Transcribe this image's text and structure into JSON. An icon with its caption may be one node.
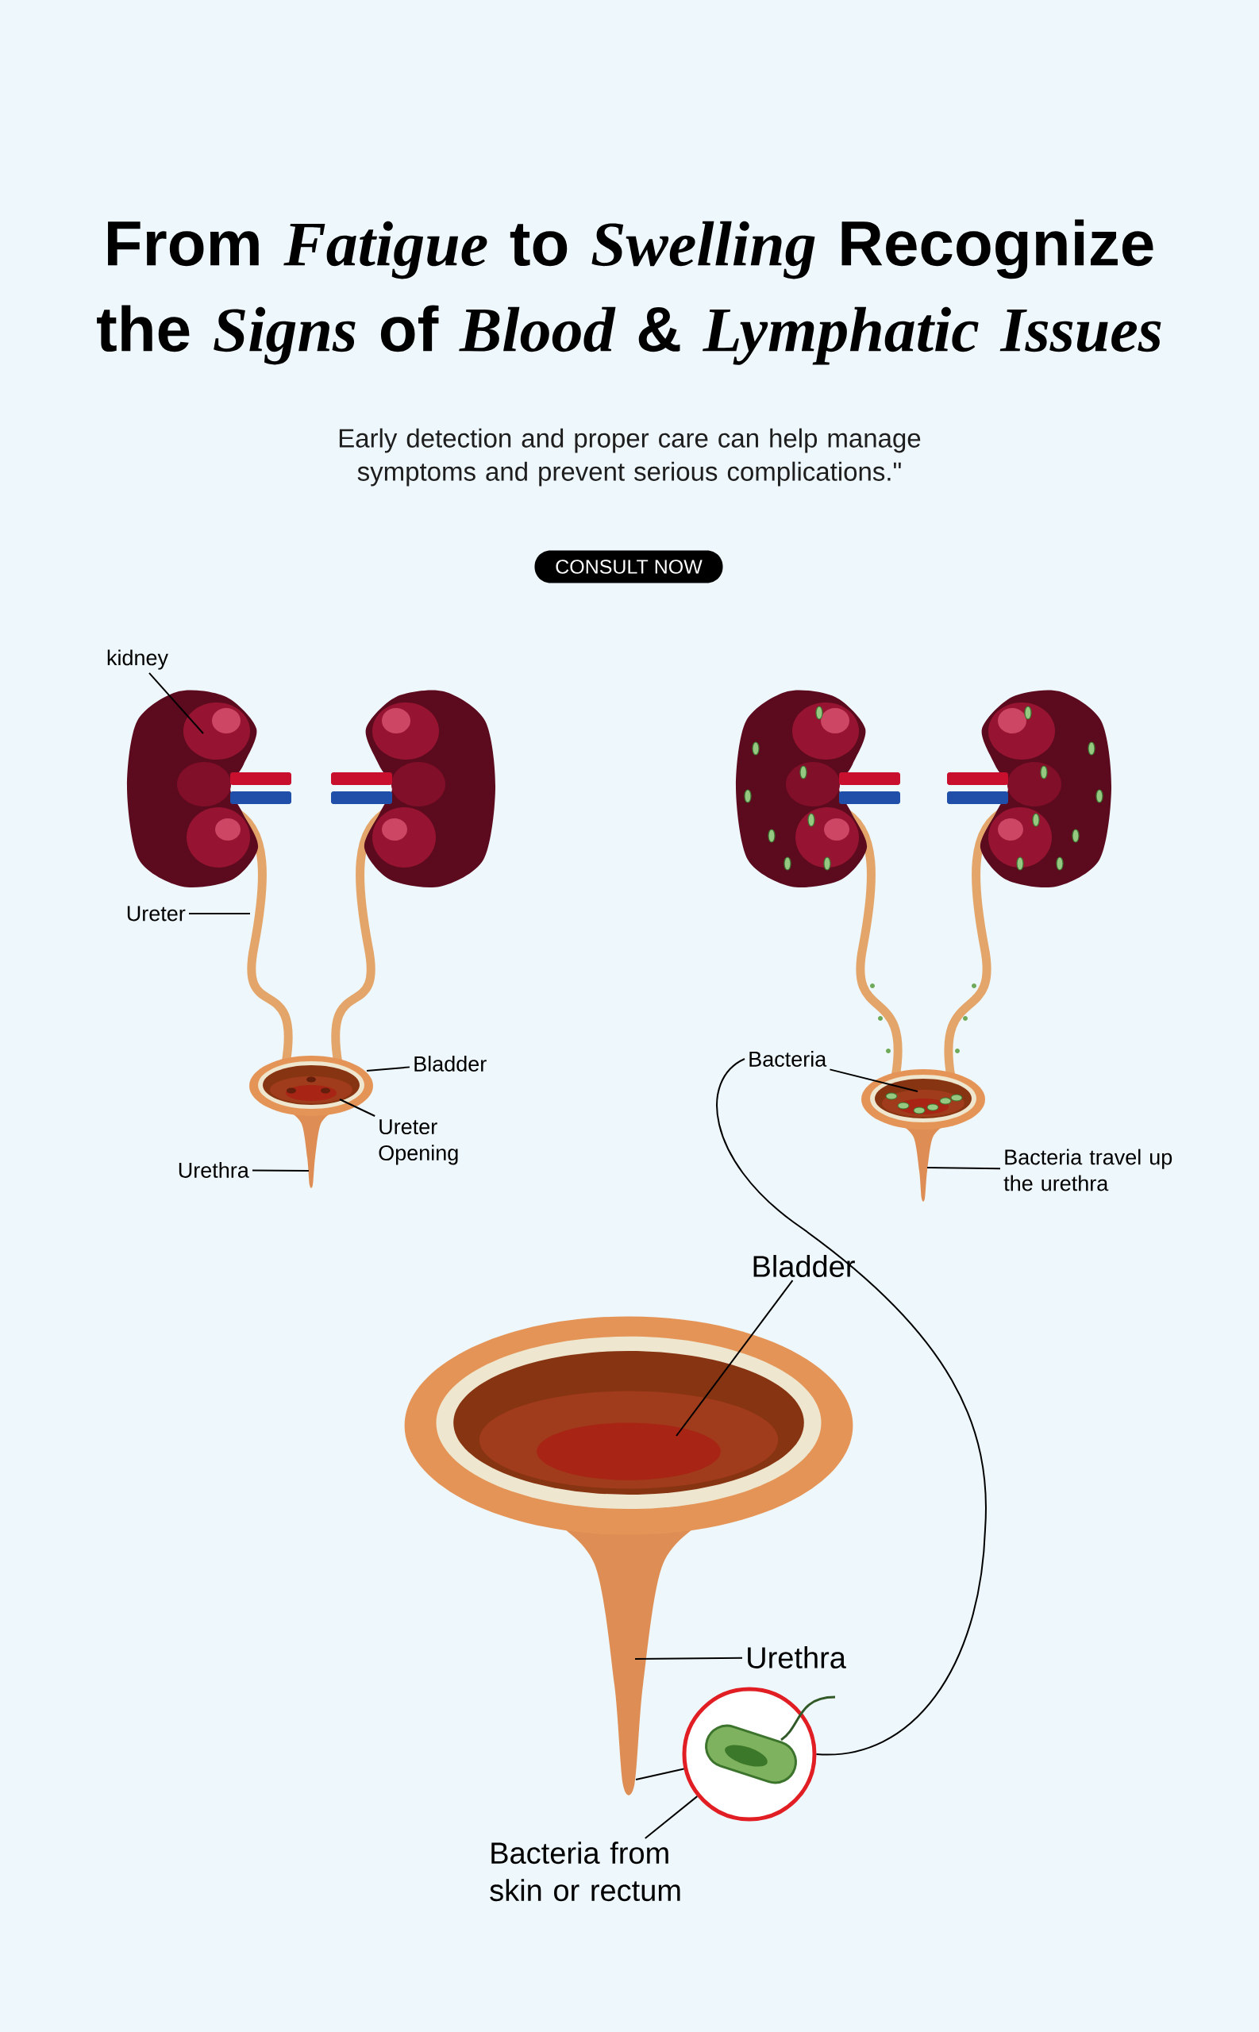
{
  "diagram": {
    "title": "From *Fatigue* to *Swelling* Recognize the *Signs* of *Blood* & *Lymphatic Issues*",
    "nodes": [
      {
        "text": [
          "CONSULT NOW"
        ]
      },
      {
        "text": [
          "kidney"
        ]
      },
      {
        "text": [
          "Ureter"
        ]
      },
      {
        "text": [
          "Bladder"
        ]
      },
      {
        "text": [
          "Ureter Opening"
        ]
      },
      {
        "text": [
          "Urethra"
        ]
      },
      {
        "text": [
          "Bacteria"
        ]
      },
      {
        "text": [
          "Bacteria travel up the urethra"
        ]
      },
      {
        "text": [
          "Bladder"
        ]
      },
      {
        "text": [
          "Urethra"
        ]
      },
      {
        "text": [
          "Bacteria from skin or rectum"
        ]
      },
      {
        "text": [],
        "shape": "picture"
      }
    ],
    "edges": [
      {
        "from": 1,
        "to": null,
        "arrow": "none"
      },
      {
        "from": 2,
        "to": null,
        "arrow": "none"
      },
      {
        "from": 3,
        "to": null,
        "arrow": "none"
      },
      {
        "from": 4,
        "to": null,
        "arrow": "none"
      },
      {
        "from": 5,
        "to": null,
        "arrow": "none"
      },
      {
        "from": 6,
        "to": null,
        "arrow": "none"
      },
      {
        "from": 7,
        "to": null,
        "arrow": "none"
      },
      {
        "from": 8,
        "to": null,
        "arrow": "none"
      },
      {
        "from": 9,
        "to": null,
        "arrow": "none"
      },
      {
        "from": 10,
        "to": 11,
        "arrow": "none"
      },
      {
        "from": 6,
        "to": 11,
        "arrow": "none"
      },
      {
        "from": null,
        "to": 11,
        "arrow": "none"
      }
    ],
    "labels": [
      "Early detection and proper care can help manage symptoms and prevent serious complications.\""
    ]
  }
}
